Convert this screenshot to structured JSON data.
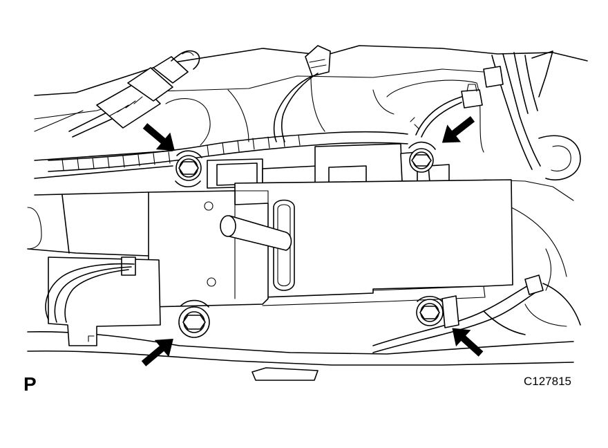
{
  "view_label": "P",
  "figure_code": "C127815",
  "callouts": [
    {
      "icon": "arrow-icon",
      "target": "bolt-top-left"
    },
    {
      "icon": "arrow-icon",
      "target": "bolt-top-right"
    },
    {
      "icon": "arrow-icon",
      "target": "bolt-bottom-left"
    },
    {
      "icon": "arrow-icon",
      "target": "bolt-bottom-right"
    }
  ],
  "colors": {
    "line": "#000000",
    "background": "#ffffff"
  }
}
